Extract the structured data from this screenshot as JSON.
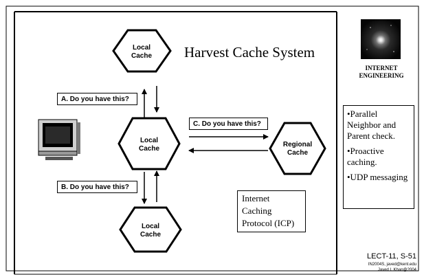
{
  "slide": {
    "title": "Harvest Cache System",
    "nodes": {
      "top": [
        "Local",
        "Cache"
      ],
      "middle": [
        "Local",
        "Cache"
      ],
      "bottom": [
        "Local",
        "Cache"
      ],
      "regional": [
        "Regional",
        "Cache"
      ]
    },
    "query_labels": {
      "a": "A. Do you have this?",
      "b": "B. Do you have this?",
      "c": "C. Do you have this?"
    },
    "icp_box": [
      "Internet",
      "Caching",
      "Protocol (ICP)"
    ],
    "logo_caption": [
      "INTERNET",
      "ENGINEERING"
    ],
    "bullets": [
      "•Parallel Neighbor and Parent check.",
      "•Proactive caching.",
      "•UDP messaging"
    ],
    "footer": {
      "lecture": "LECT-11, S-51",
      "line1": "IN2004S, javed@kent.edu",
      "line2": "Javed I. Khan@2004"
    }
  }
}
